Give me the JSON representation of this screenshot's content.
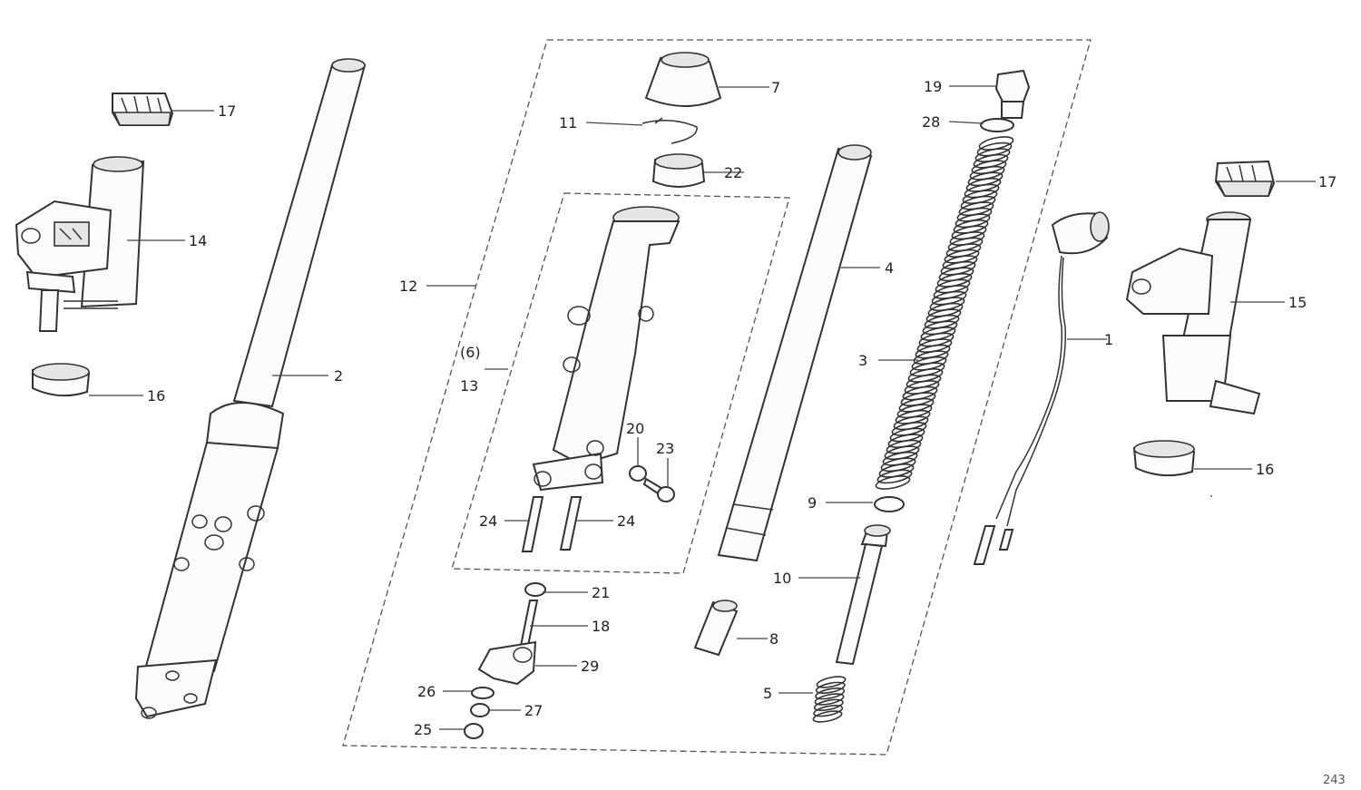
{
  "diagram": {
    "footer_code": "243",
    "callouts": [
      {
        "id": "c1",
        "label": "1"
      },
      {
        "id": "c2",
        "label": "2"
      },
      {
        "id": "c3",
        "label": "3"
      },
      {
        "id": "c4",
        "label": "4"
      },
      {
        "id": "c5",
        "label": "5"
      },
      {
        "id": "c6",
        "label": "(6)"
      },
      {
        "id": "c7",
        "label": "7"
      },
      {
        "id": "c8",
        "label": "8"
      },
      {
        "id": "c9",
        "label": "9"
      },
      {
        "id": "c10",
        "label": "10"
      },
      {
        "id": "c11",
        "label": "11"
      },
      {
        "id": "c12",
        "label": "12"
      },
      {
        "id": "c13",
        "label": "13"
      },
      {
        "id": "c14",
        "label": "14"
      },
      {
        "id": "c15",
        "label": "15"
      },
      {
        "id": "c16a",
        "label": "16"
      },
      {
        "id": "c16b",
        "label": "16"
      },
      {
        "id": "c17a",
        "label": "17"
      },
      {
        "id": "c17b",
        "label": "17"
      },
      {
        "id": "c18",
        "label": "18"
      },
      {
        "id": "c19",
        "label": "19"
      },
      {
        "id": "c20",
        "label": "20"
      },
      {
        "id": "c21",
        "label": "21"
      },
      {
        "id": "c22",
        "label": "22"
      },
      {
        "id": "c23",
        "label": "23"
      },
      {
        "id": "c24a",
        "label": "24"
      },
      {
        "id": "c24b",
        "label": "24"
      },
      {
        "id": "c25",
        "label": "25"
      },
      {
        "id": "c26",
        "label": "26"
      },
      {
        "id": "c27",
        "label": "27"
      },
      {
        "id": "c28",
        "label": "28"
      },
      {
        "id": "c29",
        "label": "29"
      }
    ]
  }
}
